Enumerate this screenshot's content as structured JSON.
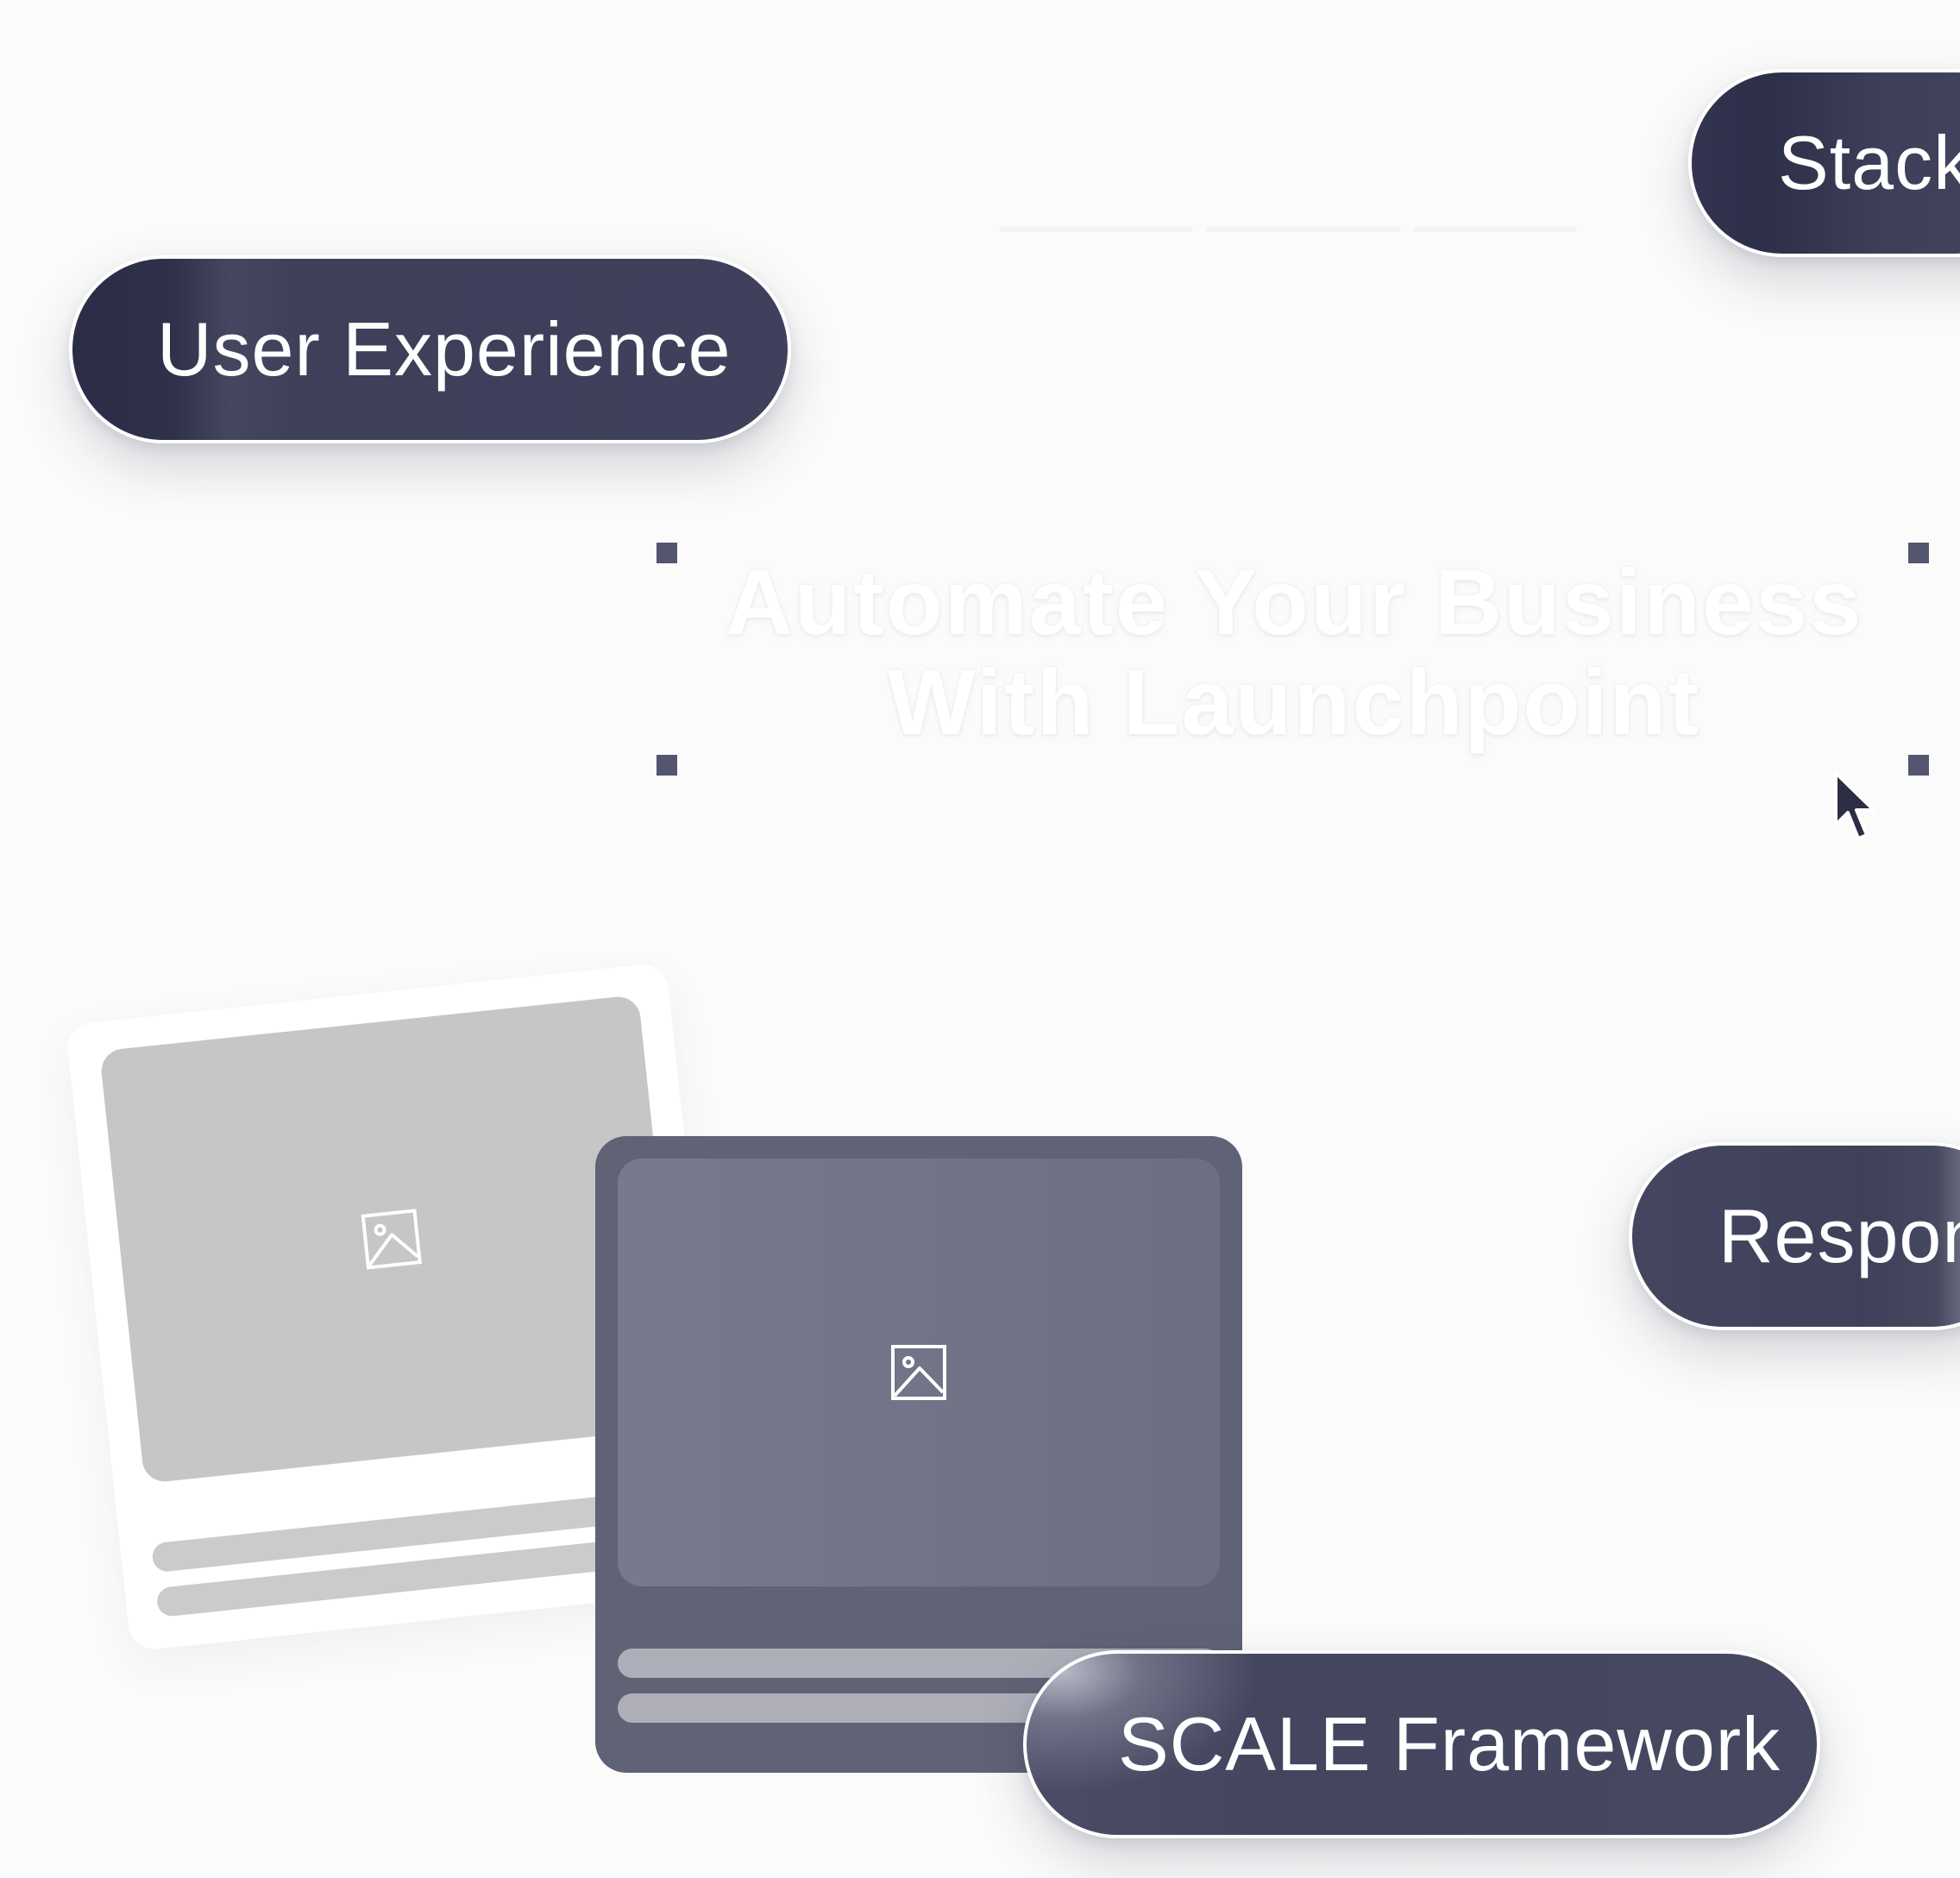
{
  "tags": {
    "user_experience": "User Experience",
    "stack": "Stack",
    "respon": "Respon",
    "scale_framework": "SCALE Framework"
  },
  "hero": {
    "headline_line1": "Automate Your Business",
    "headline_line2": "With Launchpoint"
  },
  "icons": {
    "cursor": "mouse-pointer-icon",
    "image": "image-placeholder-icon"
  },
  "colors": {
    "pill_dark": "#3f415c",
    "card_front": "#606276",
    "card_back_media": "#c6c6c6",
    "handle": "#54566f",
    "background": "#fbfbfb"
  }
}
